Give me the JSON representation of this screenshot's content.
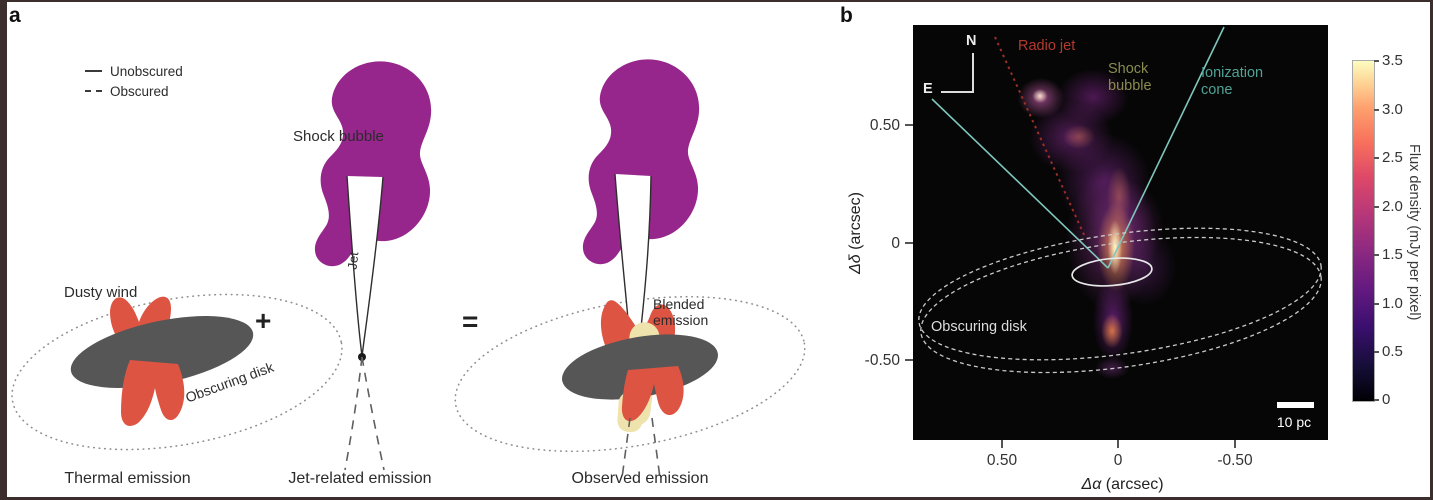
{
  "figure": {
    "panel_a": {
      "label": "a",
      "legend": {
        "unobscured": "Unobscured",
        "obscured": "Obscured"
      },
      "shock_bubble_label": "Shock bubble",
      "jet_label": "Jet",
      "dusty_wind_label": "Dusty wind",
      "obscuring_disk_label": "Obscuring disk",
      "blended_emission_label": "Blended emission",
      "plus": "+",
      "equals": "=",
      "caption_thermal": "Thermal emission",
      "caption_jet": "Jet-related emission",
      "caption_observed": "Observed emission"
    },
    "panel_b": {
      "label": "b",
      "compass_n": "N",
      "compass_e": "E",
      "radio_jet_label": "Radio jet",
      "shock_bubble_label": "Shock bubble",
      "ionization_cone_label": "Ionization cone",
      "obscuring_disk_label": "Obscuring disk",
      "scale_bar_label": "10 pc",
      "x_axis": {
        "symbol": "Δα",
        "unit": "(arcsec)",
        "ticks": [
          "0.50",
          "0",
          "-0.50"
        ]
      },
      "y_axis": {
        "symbol": "Δδ",
        "unit": "(arcsec)",
        "ticks": [
          "0.50",
          "0",
          "-0.50"
        ]
      },
      "colorbar": {
        "title": "Flux density (mJy per pixel)",
        "ticks": [
          "3.5",
          "3.0",
          "2.5",
          "2.0",
          "1.5",
          "1.0",
          "0.5",
          "0"
        ]
      }
    }
  },
  "colors": {
    "shock_bubble_fill": "#96268c",
    "dusty_wind_fill": "#dd5542",
    "disk_fill": "#565656",
    "blended_fill": "#efe3ad",
    "radio_jet_text": "#b23a2e",
    "shock_bubble_text": "#8b8b50",
    "ionization_cone_text": "#4fa396",
    "ionization_cone_line": "#7ec7bd",
    "frame_border": "#3d2e2e"
  },
  "chart_data": {
    "type": "heatmap",
    "title": "Mid-infrared flux density map with schematic overlays",
    "xlabel": "Δα (arcsec)",
    "ylabel": "Δδ (arcsec)",
    "xlim": [
      0.88,
      -0.9
    ],
    "ylim": [
      -0.92,
      0.94
    ],
    "x_ticks": [
      0.5,
      0,
      -0.5
    ],
    "y_ticks": [
      0.5,
      0,
      -0.5
    ],
    "colorbar": {
      "label": "Flux density (mJy per pixel)",
      "range": [
        0,
        3.5
      ],
      "ticks": [
        0,
        0.5,
        1.0,
        1.5,
        2.0,
        2.5,
        3.0,
        3.5
      ],
      "colormap": "magma"
    },
    "scale_bar": {
      "label": "10 pc",
      "arcsec": 0.155
    },
    "features": [
      {
        "name": "flux peak",
        "x": 0.01,
        "y": 0.08,
        "value_mjy_per_pixel": 3.5
      },
      {
        "name": "bright knot",
        "x": 0.33,
        "y": 0.64,
        "value_mjy_per_pixel": 2.5
      },
      {
        "name": "radio jet (dotted line)",
        "from": [
          0.53,
          0.88
        ],
        "to": [
          0.12,
          0.03
        ]
      },
      {
        "name": "ionization cone apex",
        "x": 0.04,
        "y": -0.1,
        "arms_to": [
          [
            0.8,
            0.61
          ],
          [
            -0.46,
            0.92
          ]
        ]
      },
      {
        "name": "nuclear ellipse",
        "x": 0.03,
        "y": -0.12,
        "rx": 0.17,
        "ry": 0.06
      },
      {
        "name": "obscuring disk (dashed ellipse)",
        "x": -0.01,
        "y": -0.23,
        "rx": 0.87,
        "ry": 0.26
      }
    ]
  }
}
